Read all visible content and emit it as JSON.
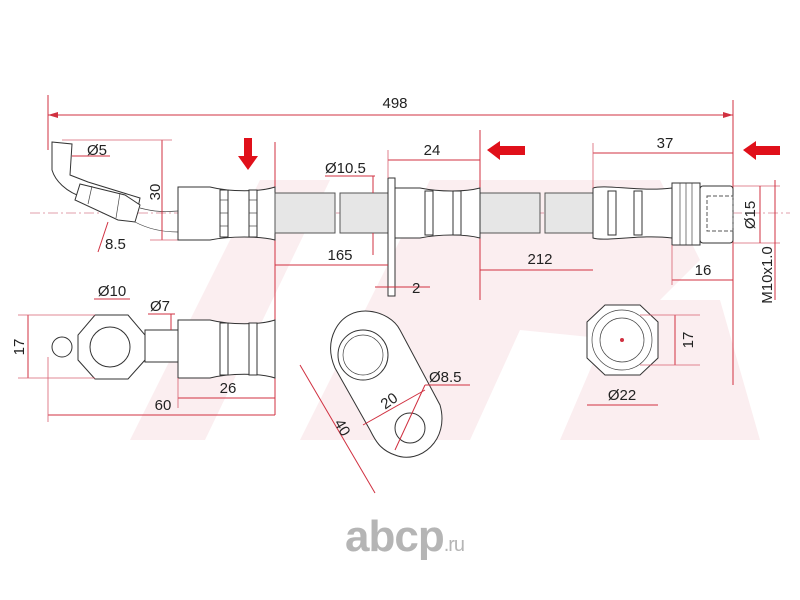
{
  "diagram": {
    "title": "Brake hose technical drawing",
    "dimensions": {
      "overall_length": "498",
      "end_pipe_dia": "Ø5",
      "bend_height": "30",
      "pipe_nut_dia": "8.5",
      "hose_dia": "Ø10.5",
      "bracket_to_fitting": "24",
      "right_fitting_length": "37",
      "left_hose_length": "165",
      "bracket_thickness": "2",
      "right_hose_length": "212",
      "banjo_length": "16",
      "banjo_dia": "Ø15",
      "thread": "M10x1.0",
      "nut_width": "17",
      "nut_dia": "Ø10",
      "tube_dia": "Ø7",
      "fitting_length": "26",
      "end_length": "60",
      "bracket_length": "40",
      "bracket_hole_spacing": "20",
      "bracket_hole_dia": "Ø8.5",
      "round_nut_width": "17",
      "round_nut_dia": "Ø22"
    },
    "accent_color": "#e0101a"
  },
  "watermark": {
    "brand": "abcp",
    "tld": ".ru"
  }
}
